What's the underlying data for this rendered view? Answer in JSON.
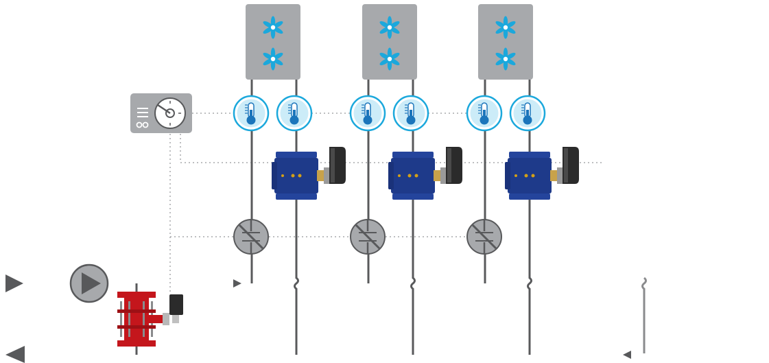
{
  "diagram": {
    "labels": [],
    "colors": {
      "pipe": "#58595b",
      "fan_unit": "#a7a9ac",
      "fan_blade": "#1ba8dc",
      "sensor_fill": "#ccecf8",
      "sensor_ring": "#1ba8dc",
      "control_valve": "#1e3a8a",
      "balancing_valve": "#c4161c",
      "actuator": "#2b2b2b",
      "signal_line": "#a7a9ac"
    },
    "components": {
      "fan_coil_units": 3,
      "temperature_sensors": 6,
      "control_valves": 3,
      "check_valves": 3,
      "pumps": 1,
      "controllers": 1,
      "balancing_valves": 1
    },
    "icons": [
      "pump-icon",
      "controller-icon",
      "fan-coil-icon",
      "thermometer-icon",
      "control-valve-icon",
      "check-valve-icon",
      "balancing-valve-icon",
      "flow-arrow-icon"
    ]
  }
}
